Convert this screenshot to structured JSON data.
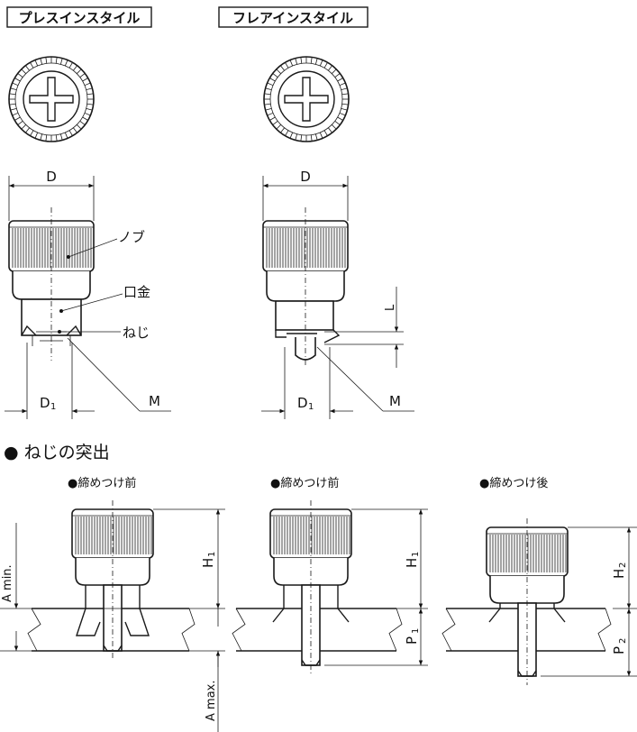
{
  "styles": {
    "press_in": "プレスインスタイル",
    "flare_in": "フレアインスタイル"
  },
  "dims": {
    "D": "D",
    "D1": "D",
    "D1_sub": "1",
    "M": "M",
    "L": "L"
  },
  "parts": {
    "knob": "ノブ",
    "ferrule": "口金",
    "screw": "ねじ"
  },
  "protrusion": {
    "heading": "● ねじの突出",
    "before_1": "●締めつけ前",
    "before_2": "●締めつけ前",
    "after": "●締めつけ後",
    "H1": "H",
    "H1_sub": "1",
    "P1": "P",
    "P1_sub": "1",
    "H2": "H",
    "H2_sub": "2",
    "P2": "P",
    "P2_sub": "2",
    "A_min": "A min.",
    "A_max": "A max."
  }
}
